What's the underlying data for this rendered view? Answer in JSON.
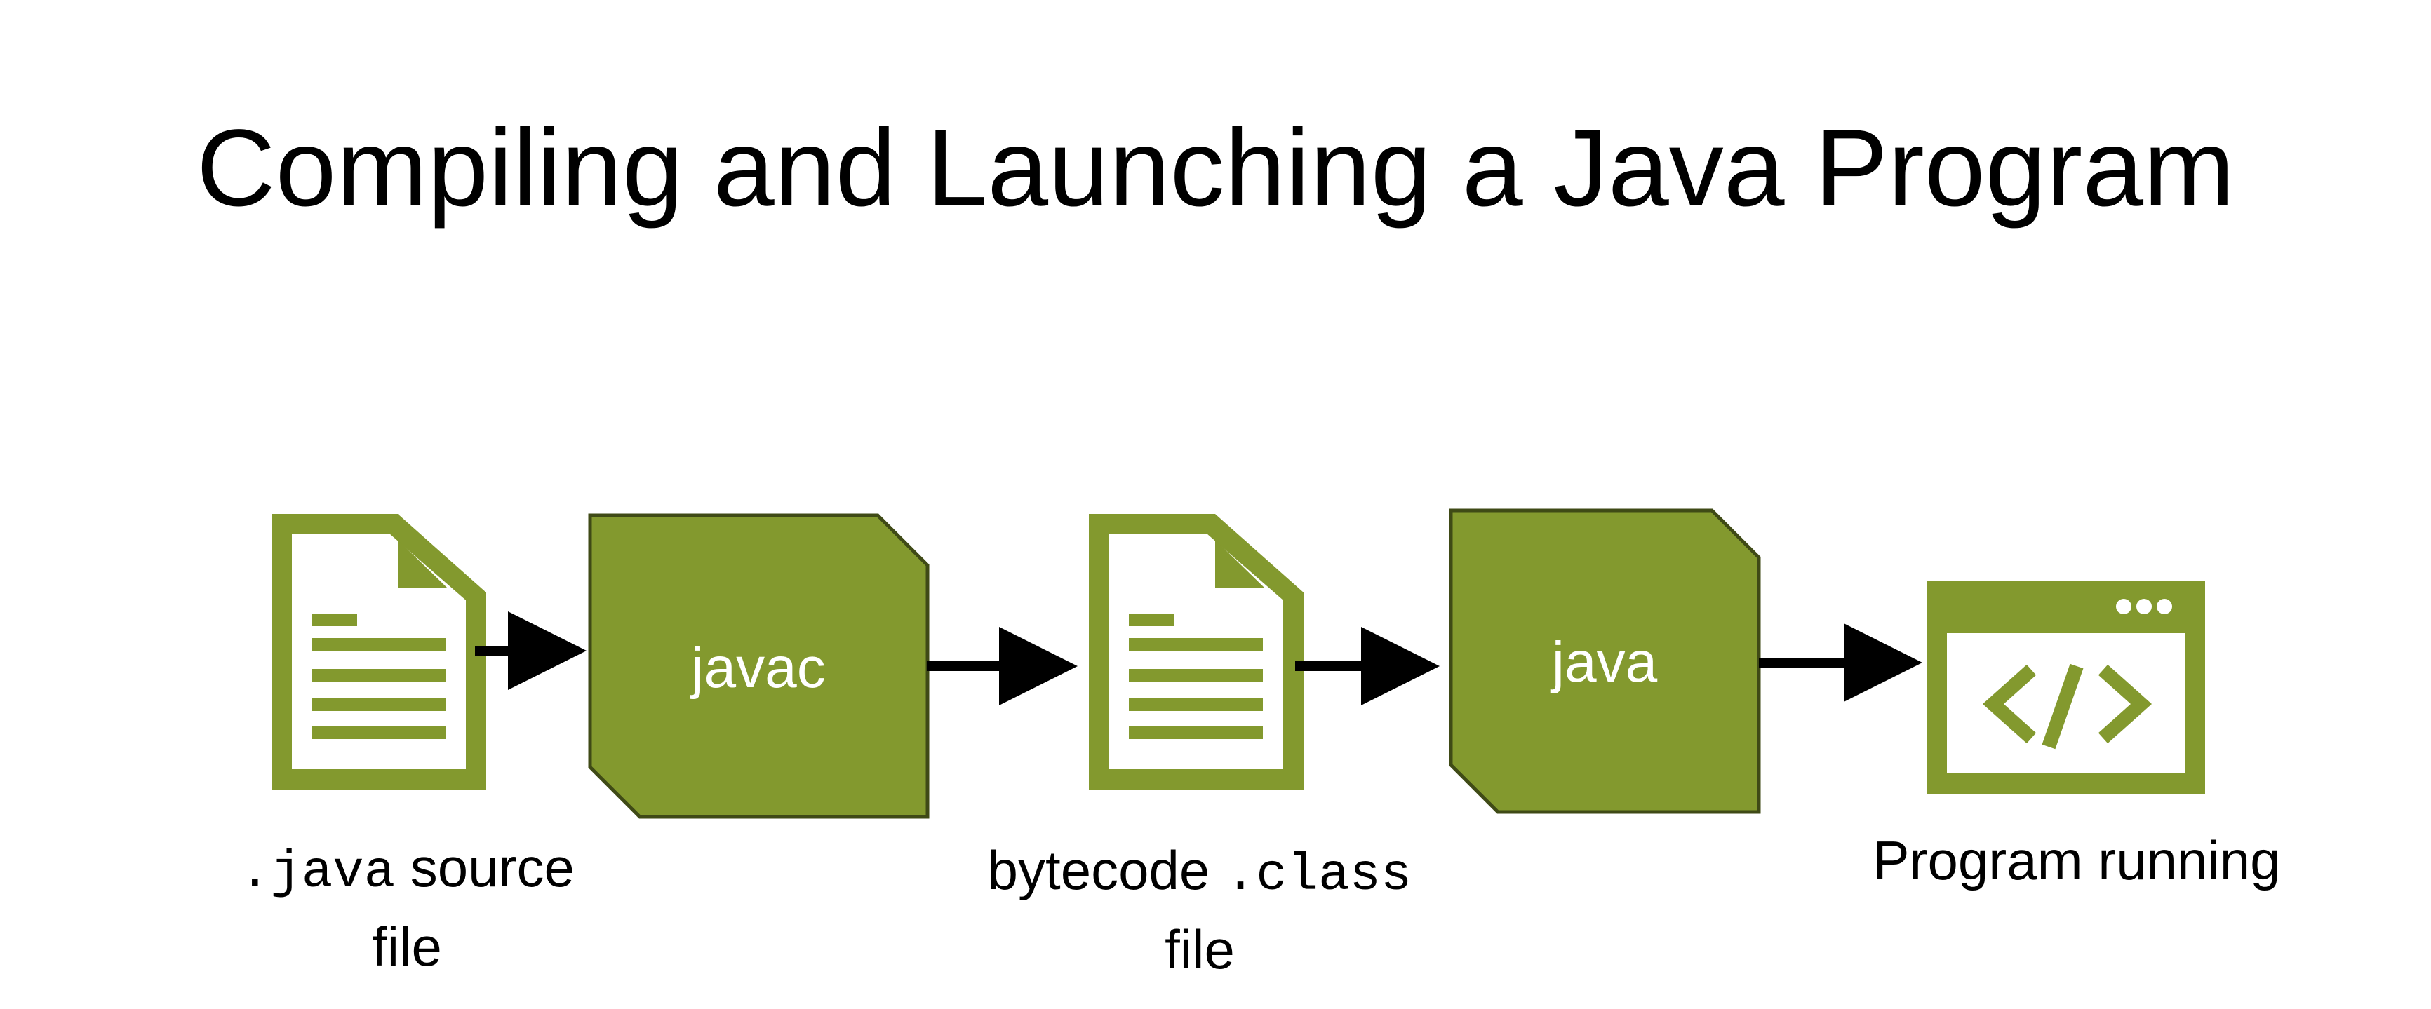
{
  "title": "Compiling and Launching a Java Program",
  "colors": {
    "accent": "#83992E",
    "accent_border": "#3F4A16",
    "arrow": "#000000",
    "text_on_accent": "#ffffff"
  },
  "steps": [
    {
      "kind": "file",
      "icon": "document-icon",
      "ext": ".java",
      "label_text": "source",
      "label_line2": "file"
    },
    {
      "kind": "tool",
      "label": "javac"
    },
    {
      "kind": "file",
      "icon": "document-icon",
      "label_text": "bytecode",
      "ext": ".class",
      "label_line2": "file"
    },
    {
      "kind": "tool",
      "label": "java"
    },
    {
      "kind": "result",
      "icon": "code-window-icon",
      "label": "Program running"
    }
  ]
}
